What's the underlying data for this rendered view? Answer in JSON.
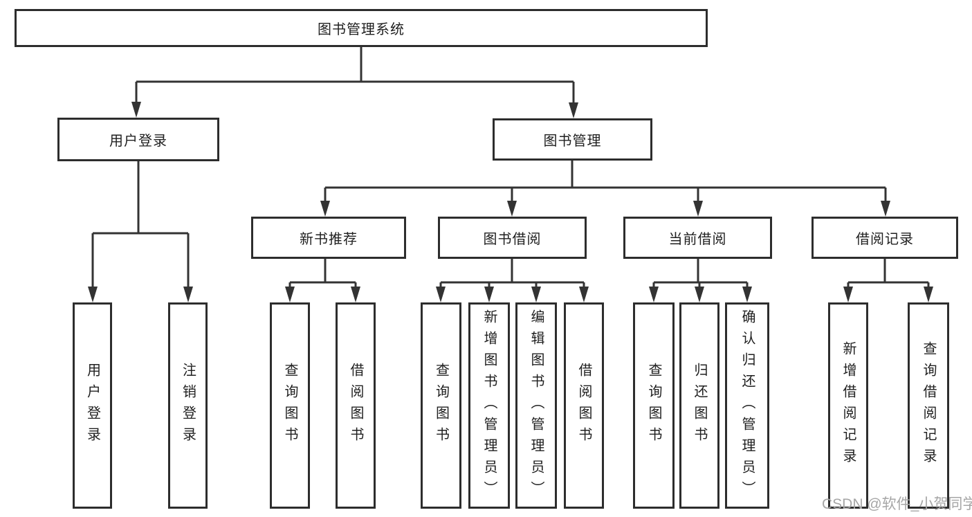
{
  "diagram": {
    "root": {
      "label": "图书管理系统"
    },
    "level2": {
      "user_login": {
        "label": "用户登录"
      },
      "book_mgmt": {
        "label": "图书管理"
      }
    },
    "level3": {
      "new_books": {
        "label": "新书推荐"
      },
      "book_borrow": {
        "label": "图书借阅"
      },
      "current_borrow": {
        "label": "当前借阅"
      },
      "borrow_records": {
        "label": "借阅记录"
      }
    },
    "leaves": {
      "user_login": [
        "用户登录",
        "注销登录"
      ],
      "new_books": [
        "查询图书",
        "借阅图书"
      ],
      "book_borrow": [
        "查询图书",
        "新增图书（管理员）",
        "编辑图书（管理员）",
        "借阅图书"
      ],
      "current_borrow": [
        "查询图书",
        "归还图书",
        "确认归还（管理员）"
      ],
      "borrow_records": [
        "新增借阅记录",
        "查询借阅记录"
      ]
    }
  },
  "watermark": {
    "text": "CSDN @软件_小贺同学"
  },
  "colors": {
    "line": "#333333",
    "border": "#2d2d2d",
    "text": "#1f1f1f",
    "bg": "#ffffff",
    "watermark": "#a6a6a6"
  }
}
